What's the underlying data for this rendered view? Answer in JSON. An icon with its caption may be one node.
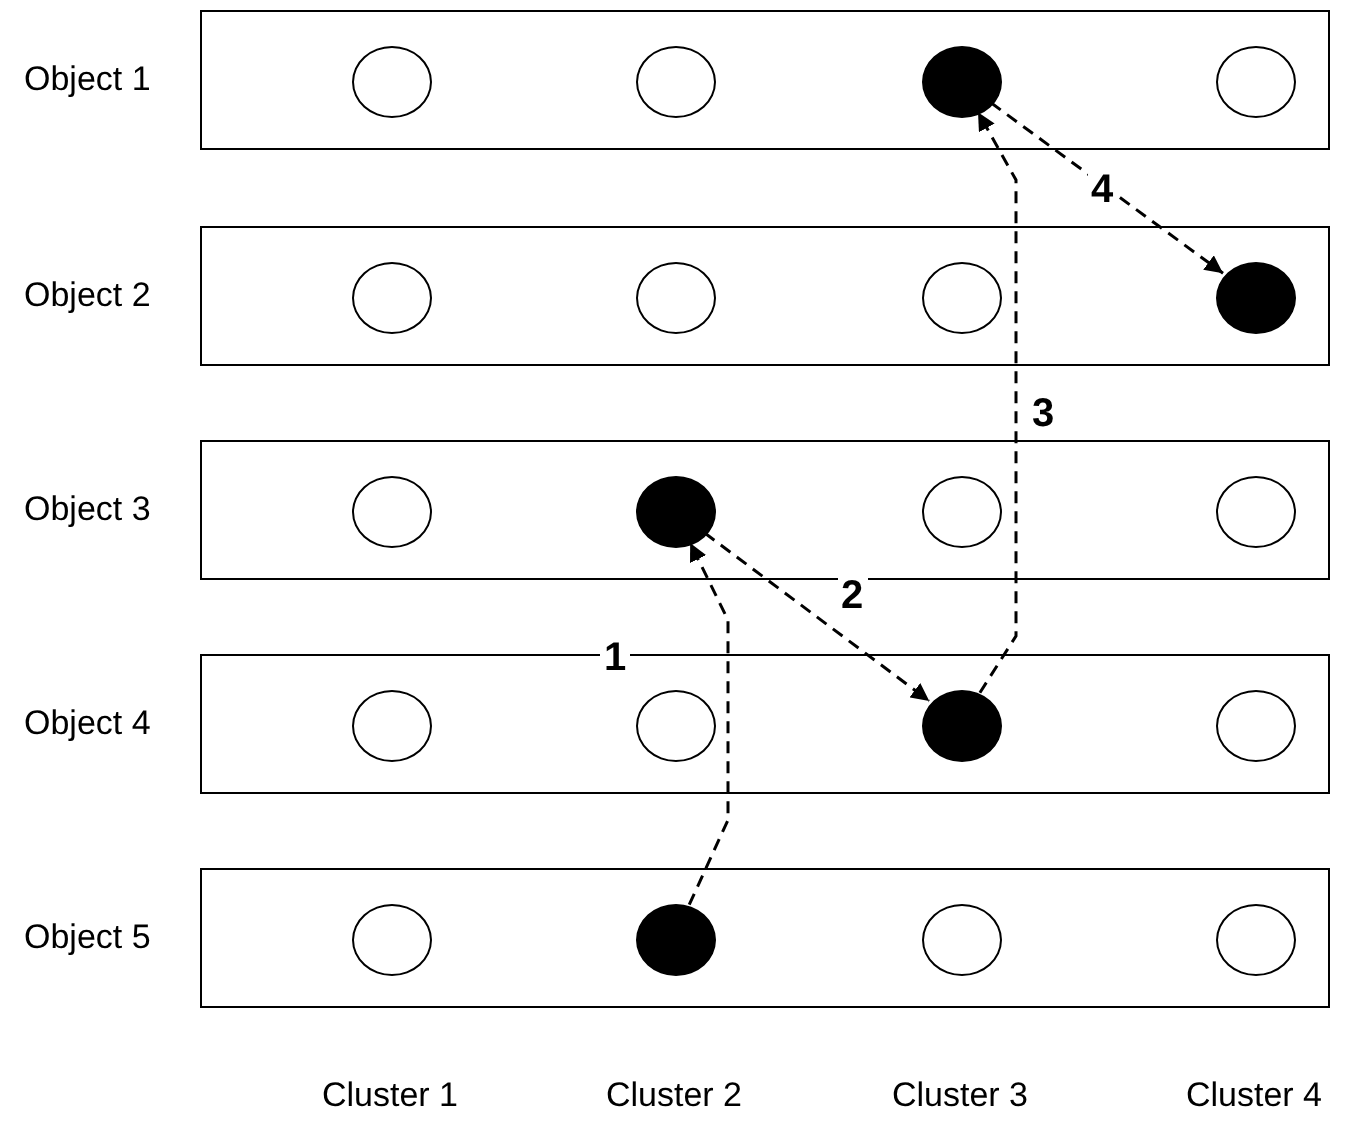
{
  "diagram": {
    "nodes": [
      {
        "text": [],
        "shape": "bar",
        "beside": [
          "Object 1"
        ]
      },
      {
        "text": [],
        "shape": "circle",
        "in": 0
      },
      {
        "text": [],
        "shape": "circle",
        "in": 0
      },
      {
        "text": [],
        "shape": "dot",
        "in": 0
      },
      {
        "text": [],
        "shape": "circle",
        "in": 0
      },
      {
        "text": [],
        "shape": "bar",
        "beside": [
          "Object 2"
        ]
      },
      {
        "text": [],
        "shape": "circle",
        "in": 5
      },
      {
        "text": [],
        "shape": "circle",
        "in": 5
      },
      {
        "text": [],
        "shape": "circle",
        "in": 5
      },
      {
        "text": [],
        "shape": "dot",
        "in": 5
      },
      {
        "text": [],
        "shape": "bar",
        "beside": [
          "Object 3"
        ]
      },
      {
        "text": [],
        "shape": "circle",
        "in": 10
      },
      {
        "text": [],
        "shape": "dot",
        "in": 10
      },
      {
        "text": [],
        "shape": "circle",
        "in": 10
      },
      {
        "text": [],
        "shape": "circle",
        "in": 10
      },
      {
        "text": [],
        "shape": "bar",
        "beside": [
          "Object 4"
        ]
      },
      {
        "text": [],
        "shape": "circle",
        "in": 15
      },
      {
        "text": [],
        "shape": "circle",
        "in": 15
      },
      {
        "text": [],
        "shape": "dot",
        "in": 15
      },
      {
        "text": [],
        "shape": "circle",
        "in": 15
      },
      {
        "text": [],
        "shape": "bar",
        "beside": [
          "Object 5"
        ]
      },
      {
        "text": [],
        "shape": "circle",
        "in": 20
      },
      {
        "text": [],
        "shape": "dot",
        "in": 20
      },
      {
        "text": [],
        "shape": "circle",
        "in": 20
      },
      {
        "text": [],
        "shape": "circle",
        "in": 20
      }
    ],
    "edges": [
      {
        "from": 22,
        "to": 12,
        "arrow": "to",
        "label": "1",
        "style": "dashed"
      },
      {
        "from": 12,
        "to": 18,
        "arrow": "to",
        "label": "2",
        "style": "dashed"
      },
      {
        "from": 18,
        "to": 3,
        "arrow": "to",
        "label": "3",
        "style": "dashed"
      },
      {
        "from": 3,
        "to": 9,
        "arrow": "to",
        "label": "4",
        "style": "dashed"
      }
    ],
    "labels": [
      "Cluster 1",
      "Cluster 2",
      "Cluster 3",
      "Cluster 4"
    ]
  }
}
